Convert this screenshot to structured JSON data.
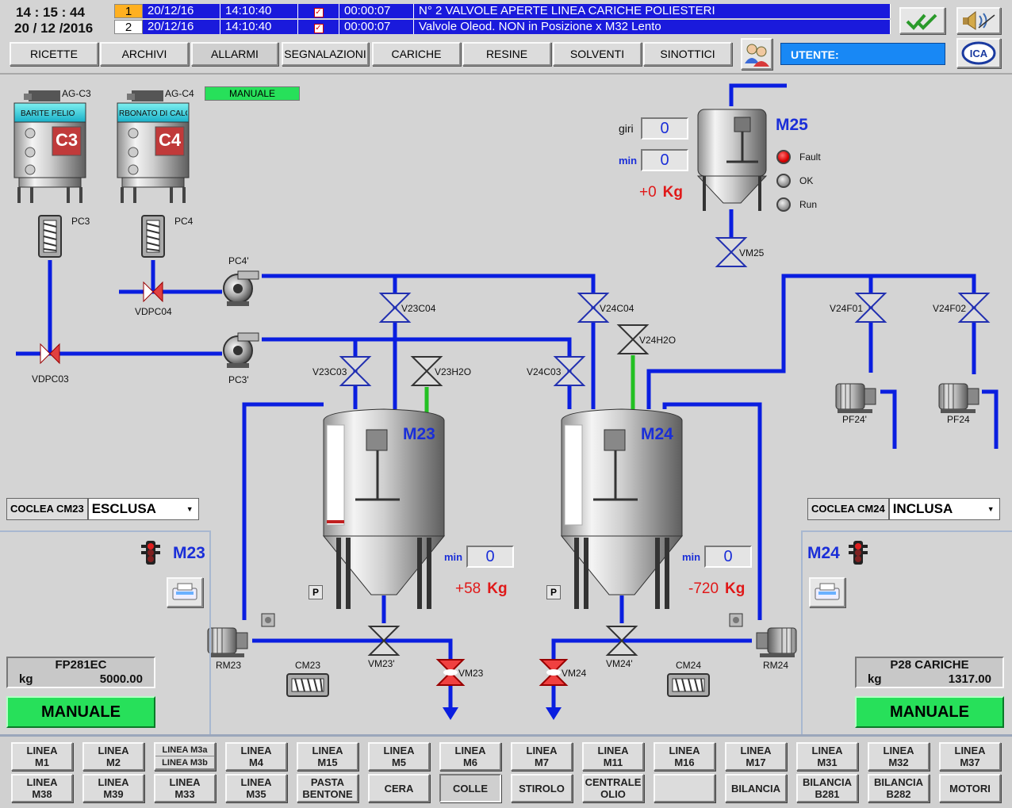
{
  "header": {
    "time": "14 : 15 : 44",
    "date": "20 / 12 /2016",
    "alarms": [
      {
        "idx": "1",
        "date": "20/12/16",
        "time": "14:10:40",
        "duration": "00:00:07",
        "message": "N° 2 VALVOLE APERTE LINEA CARICHE POLIESTERI"
      },
      {
        "idx": "2",
        "date": "20/12/16",
        "time": "14:10:40",
        "duration": "00:00:07",
        "message": "Valvole Oleod. NON in Posizione x M32 Lento"
      }
    ],
    "nav": [
      "RICETTE",
      "ARCHIVI",
      "ALLARMI",
      "SEGNALAZIONI",
      "CARICHE",
      "RESINE",
      "SOLVENTI",
      "SINOTTICI"
    ],
    "utente_label": "UTENTE:",
    "logo_text": "ICA"
  },
  "silos": [
    {
      "name": "AG-C3",
      "tag": "C3",
      "material": "BARITE PELIO",
      "pump": "PC3"
    },
    {
      "name": "AG-C4",
      "tag": "C4",
      "material": "RBONATO DI CALC",
      "pump": "PC4"
    }
  ],
  "manuale_top": "MANUALE",
  "labels": {
    "vdpc04": "VDPC04",
    "vdpc03": "VDPC03",
    "pc4p": "PC4'",
    "pc3p": "PC3'",
    "v23c04": "V23C04",
    "v24c04": "V24C04",
    "v24h2o": "V24H2O",
    "v23c03": "V23C03",
    "v23h2o": "V23H2O",
    "v24c03": "V24C03",
    "v24f01": "V24F01",
    "v24f02": "V24F02",
    "pf24p": "PF24'",
    "pf24": "PF24",
    "vm25": "VM25",
    "rm23": "RM23",
    "rm24": "RM24",
    "cm23": "CM23",
    "cm24": "CM24",
    "vm23p": "VM23'",
    "vm24p": "VM24'",
    "vm23": "VM23",
    "vm24": "VM24",
    "p": "P"
  },
  "m25": {
    "name": "M25",
    "giri_label": "giri",
    "giri": "0",
    "min_label": "min",
    "min": "0",
    "kg_value": "+0",
    "kg_unit": "Kg",
    "status": [
      "Fault",
      "OK",
      "Run"
    ]
  },
  "m23": {
    "name": "M23",
    "min_label": "min",
    "min": "0",
    "kg_value": "+58",
    "kg_unit": "Kg",
    "coclea_label": "COCLEA CM23",
    "coclea_value": "ESCLUSA",
    "product": "FP281EC",
    "kg_label": "kg",
    "kg_total": "5000.00",
    "mode": "MANUALE"
  },
  "m24": {
    "name": "M24",
    "min_label": "min",
    "min": "0",
    "kg_value": "-720",
    "kg_unit": "Kg",
    "coclea_label": "COCLEA CM24",
    "coclea_value": "INCLUSA",
    "product": "P28 CARICHE",
    "kg_label": "kg",
    "kg_total": "1317.00",
    "mode": "MANUALE"
  },
  "bottom_row1": [
    [
      "LINEA",
      "M1"
    ],
    [
      "LINEA",
      "M2"
    ],
    [
      "LINEA M3a",
      "LINEA M3b"
    ],
    [
      "LINEA",
      "M4"
    ],
    [
      "LINEA",
      "M15"
    ],
    [
      "LINEA",
      "M5"
    ],
    [
      "LINEA",
      "M6"
    ],
    [
      "LINEA",
      "M7"
    ],
    [
      "LINEA",
      "M11"
    ],
    [
      "LINEA",
      "M16"
    ],
    [
      "LINEA",
      "M17"
    ],
    [
      "LINEA",
      "M31"
    ],
    [
      "LINEA",
      "M32"
    ],
    [
      "LINEA",
      "M37"
    ]
  ],
  "bottom_row2": [
    [
      "LINEA",
      "M38"
    ],
    [
      "LINEA",
      "M39"
    ],
    [
      "LINEA",
      "M33"
    ],
    [
      "LINEA",
      "M35"
    ],
    [
      "PASTA",
      "BENTONE"
    ],
    [
      "CERA",
      ""
    ],
    [
      "COLLE",
      ""
    ],
    [
      "STIROLO",
      ""
    ],
    [
      "CENTRALE",
      "OLIO"
    ],
    [
      "",
      ""
    ],
    [
      "BILANCIA",
      ""
    ],
    [
      "BILANCIA",
      "B281"
    ],
    [
      "BILANCIA",
      "B282"
    ],
    [
      "MOTORI",
      ""
    ]
  ],
  "colors": {
    "pipe": "#0a1ee0",
    "water_pipe": "#22c022",
    "tank_name": "#1a2ed8",
    "alarm_bg": "#1a1adc",
    "manual": "#27e05a"
  }
}
